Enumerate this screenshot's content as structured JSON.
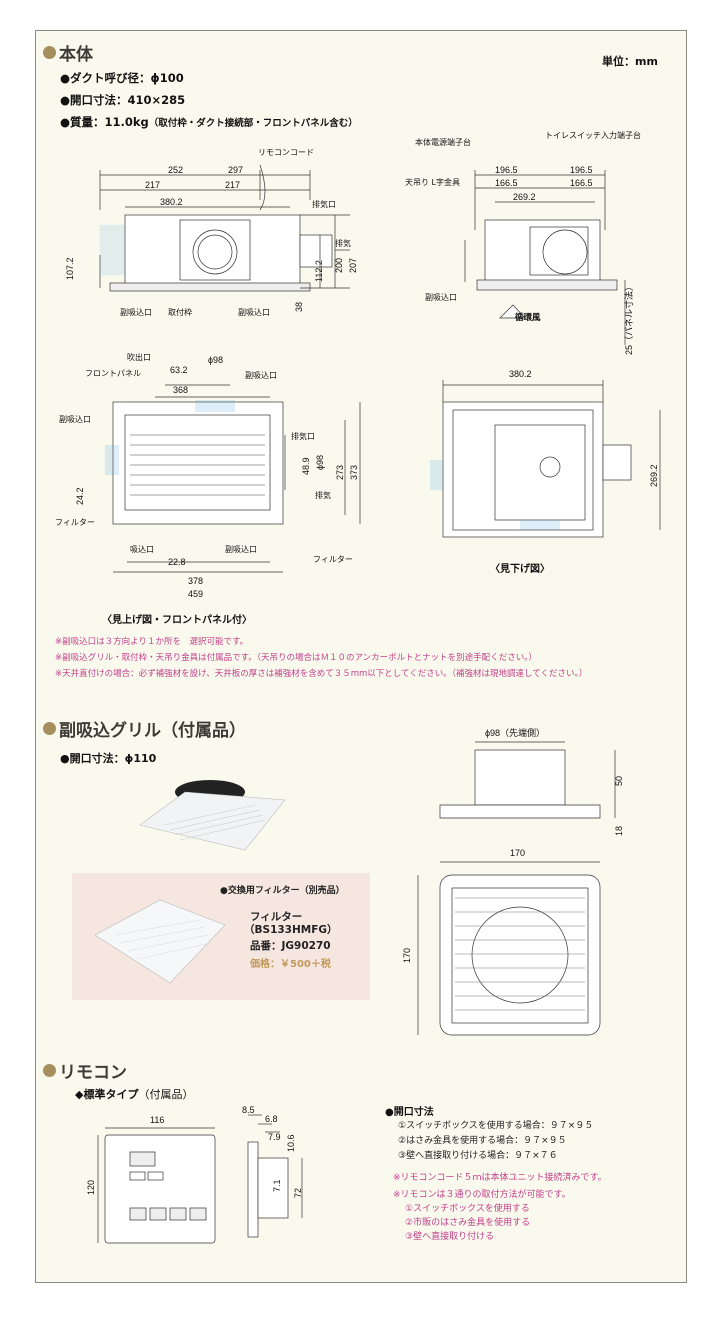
{
  "unit": "単位：mm",
  "main": {
    "title": "本体",
    "specs": [
      {
        "label": "●ダクト呼び径：ϕ100",
        "sub": ""
      },
      {
        "label": "●開口寸法：410×285",
        "sub": ""
      },
      {
        "label": "●質量：11.0kg",
        "sub": "（取付枠・ダクト接続部・フロントパネル含む）"
      }
    ],
    "side_view": {
      "remocon_cord": "リモコンコード",
      "exhaust": "排気口",
      "exhaust_arrow": "排気",
      "sub_intake": "副吸込口",
      "mount_frame": "取付枠",
      "dims": [
        "252",
        "297",
        "217",
        "217",
        "380.2",
        "107.2",
        "112.2",
        "200",
        "207",
        "38"
      ]
    },
    "end_view": {
      "power_terminal": "本体電源端子台",
      "toilet_switch_terminal": "トイレスイッチ入力端子台",
      "hanger": "天吊り L字金具",
      "sub_intake": "副吸込口",
      "circulation": "循環風",
      "panel_dim": "25（パネル寸法）",
      "dims": [
        "196.5",
        "196.5",
        "166.5",
        "166.5",
        "269.2"
      ]
    },
    "bottom_view": {
      "outlet": "吹出口",
      "front_panel": "フロントパネル",
      "sub_intake": "副吸込口",
      "exhaust": "排気口",
      "filter": "フィルター",
      "intake": "吸込口",
      "dims": [
        "63.2",
        "ϕ98",
        "368",
        "48.9",
        "ϕ98",
        "273",
        "373",
        "24.2",
        "22.8",
        "378",
        "459"
      ],
      "exhaust_arrow": "排気",
      "caption": "〈見上げ図・フロントパネル付〉"
    },
    "under_view": {
      "dims": [
        "380.2",
        "269.2"
      ],
      "caption": "〈見下げ図〉"
    },
    "notes": [
      "※副吸込口は３方向より１か所を　選択可能です。",
      "※副吸込グリル・取付枠・天吊り金具は付属品です。（天吊りの場合はＭ１０のアンカーボルトとナットを別途手配ください。）",
      "※天井直付けの場合：必ず補強材を設け、天井板の厚さは補強材を含めて３５mm以下としてください。（補強材は現地調達してください。）"
    ]
  },
  "grille": {
    "title": "副吸込グリル（付属品）",
    "opening": "●開口寸法：ϕ110",
    "filter_box": {
      "heading": "●交換用フィルター（別売品）",
      "name": "フィルター",
      "model": "（BS133HMFG）",
      "part": "品番：JG90270",
      "price": "価格：￥500＋税"
    },
    "dims": {
      "dia": "ϕ98（先端側）",
      "h50": "50",
      "h18": "18",
      "w170": "170",
      "h170": "170"
    }
  },
  "remote": {
    "title": "リモコン",
    "type": "◆標準タイプ",
    "type_sub": "（付属品）",
    "dims": [
      "116",
      "120",
      "8.5",
      "6.8",
      "7.9",
      "10.6",
      "7.1",
      "72"
    ],
    "opening_title": "●開口寸法",
    "openings": [
      "①スイッチボックスを使用する場合：９７×９５",
      "②はさみ金具を使用する場合：９７×９５",
      "③壁へ直接取り付ける場合：９７×７６"
    ],
    "cord_note": "※リモコンコード５ｍは本体ユニット接続済みです。",
    "mount_note": "※リモコンは３通りの取付方法が可能です。",
    "mount_methods": [
      "①スイッチボックスを使用する",
      "②市販のはさみ金具を使用する",
      "③壁へ直接取り付ける"
    ]
  },
  "colors": {
    "accent_dot": "#a58f5c",
    "note_pink": "#c2408a",
    "price": "#c29a5c",
    "bg": "#faf9ee",
    "filter_bg": "#f6e6e0",
    "blue": "#5aa9dc"
  }
}
